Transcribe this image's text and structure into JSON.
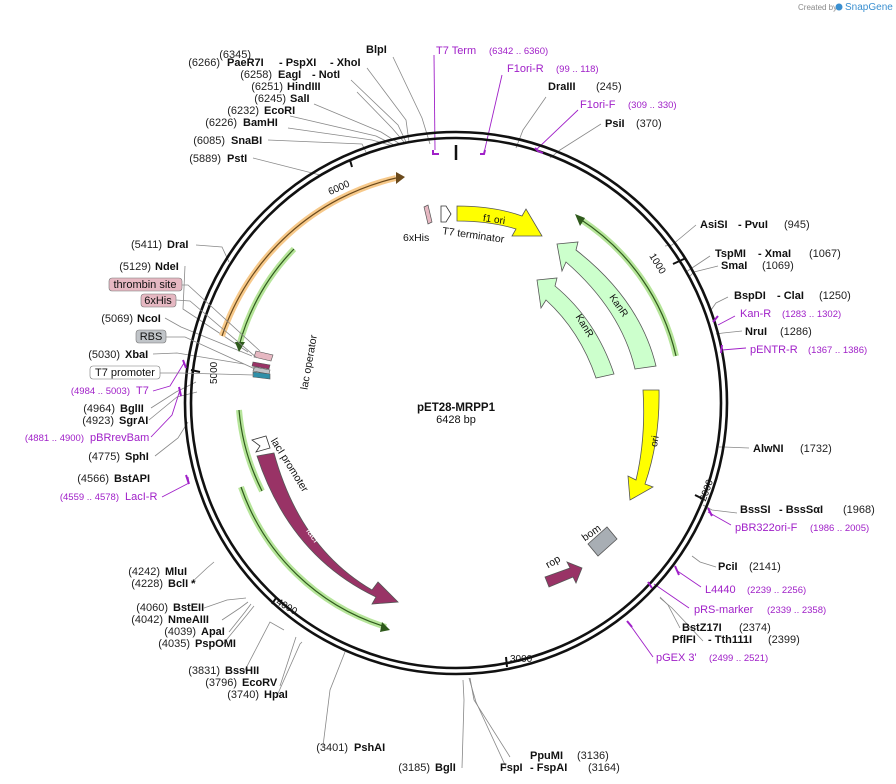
{
  "branding": {
    "created_by": "Created by",
    "product": "SnapGene"
  },
  "plasmid": {
    "name": "pET28-MRPP1",
    "size": "6428 bp"
  },
  "scale_ticks": [
    "1000",
    "2000",
    "3000",
    "4000",
    "5000",
    "6000"
  ],
  "features": {
    "f1_ori": "f1 ori",
    "kanr_outer": "KanR",
    "kanr_inner": "KanR",
    "ori": "ori",
    "bom": "bom",
    "rop": "rop",
    "laci": "lacI",
    "laci_promoter": "lacI promoter",
    "lac_operator": "lac operator",
    "sixhis_tag": "6xHis",
    "t7_terminator": "T7 terminator"
  },
  "boxed_labels": {
    "thrombin_site": "thrombin site",
    "sixhis": "6xHis",
    "rbs": "RBS",
    "t7_promoter": "T7 promoter"
  },
  "sites": {
    "blpi": {
      "pos": "(6345)",
      "name": "BlpI"
    },
    "paer7i": {
      "pos": "(6266)",
      "name": "PaeR7I",
      "name2": "- PspXI",
      "name3": "- XhoI"
    },
    "eagi": {
      "pos": "(6258)",
      "name": "EagI",
      "name2": "- NotI"
    },
    "hindiii": {
      "pos": "(6251)",
      "name": "HindIII"
    },
    "sali": {
      "pos": "(6245)",
      "name": "SalI"
    },
    "ecori": {
      "pos": "(6232)",
      "name": "EcoRI"
    },
    "bamhi": {
      "pos": "(6226)",
      "name": "BamHI"
    },
    "snabi": {
      "pos": "(6085)",
      "name": "SnaBI"
    },
    "psti": {
      "pos": "(5889)",
      "name": "PstI"
    },
    "drai": {
      "pos": "(5411)",
      "name": "DraI"
    },
    "ndei": {
      "pos": "(5129)",
      "name": "NdeI"
    },
    "ncoi": {
      "pos": "(5069)",
      "name": "NcoI"
    },
    "xbai": {
      "pos": "(5030)",
      "name": "XbaI"
    },
    "bglii": {
      "pos": "(4964)",
      "name": "BglII"
    },
    "sgrai": {
      "pos": "(4923)",
      "name": "SgrAI"
    },
    "sphi": {
      "pos": "(4775)",
      "name": "SphI"
    },
    "bstapi": {
      "pos": "(4566)",
      "name": "BstAPI"
    },
    "mlui": {
      "pos": "(4242)",
      "name": "MluI"
    },
    "bcli": {
      "pos": "(4228)",
      "name": "BclI *"
    },
    "bsteii": {
      "pos": "(4060)",
      "name": "BstEII"
    },
    "nmeaiii": {
      "pos": "(4042)",
      "name": "NmeAIII"
    },
    "apai": {
      "pos": "(4039)",
      "name": "ApaI"
    },
    "pspomi": {
      "pos": "(4035)",
      "name": "PspOMI"
    },
    "bsshii": {
      "pos": "(3831)",
      "name": "BssHII"
    },
    "ecorv": {
      "pos": "(3796)",
      "name": "EcoRV"
    },
    "hpai": {
      "pos": "(3740)",
      "name": "HpaI"
    },
    "pshai": {
      "pos": "(3401)",
      "name": "PshAI"
    },
    "bgli": {
      "pos": "(3185)",
      "name": "BglI"
    },
    "ppumi": {
      "name": "PpuMI",
      "pos": "(3136)"
    },
    "fspi": {
      "name": "FspI",
      "name2": "- FspAI",
      "pos": "(3164)"
    },
    "draiii": {
      "name": "DraIII",
      "pos": "(245)"
    },
    "psii": {
      "name": "PsiI",
      "pos": "(370)"
    },
    "asisi": {
      "name": "AsiSI",
      "name2": "- PvuI",
      "pos": "(945)"
    },
    "tspmi": {
      "name": "TspMI",
      "name2": "- XmaI",
      "pos": "(1067)"
    },
    "smai": {
      "name": "SmaI",
      "pos": "(1069)"
    },
    "bspdi": {
      "name": "BspDI",
      "name2": "- ClaI",
      "pos": "(1250)"
    },
    "nrui": {
      "name": "NruI",
      "pos": "(1286)"
    },
    "alwni": {
      "name": "AlwNI",
      "pos": "(1732)"
    },
    "bsssi": {
      "name": "BssSI",
      "name2": "- BssSαI",
      "pos": "(1968)"
    },
    "pcii": {
      "name": "PciI",
      "pos": "(2141)"
    },
    "bstz17i": {
      "name": "BstZ17I",
      "pos": "(2374)"
    },
    "pflfi": {
      "name": "PflFI",
      "name2": "- Tth111I",
      "pos": "(2399)"
    }
  },
  "primers": {
    "t7term": {
      "name": "T7 Term",
      "range": "(6342 .. 6360)"
    },
    "f1ori_r": {
      "name": "F1ori-R",
      "range": "(99 .. 118)"
    },
    "f1ori_f": {
      "name": "F1ori-F",
      "range": "(309 .. 330)"
    },
    "kan_r": {
      "name": "Kan-R",
      "range": "(1283 .. 1302)"
    },
    "pentr_r": {
      "name": "pENTR-R",
      "range": "(1367 .. 1386)"
    },
    "pbr322ori_f": {
      "name": "pBR322ori-F",
      "range": "(1986 .. 2005)"
    },
    "l4440": {
      "name": "L4440",
      "range": "(2239 .. 2256)"
    },
    "prs_marker": {
      "name": "pRS-marker",
      "range": "(2339 .. 2358)"
    },
    "pgex3": {
      "name": "pGEX 3'",
      "range": "(2499 .. 2521)"
    },
    "t7": {
      "range": "(4984 .. 5003)",
      "name": "T7"
    },
    "pbrrevbam": {
      "range": "(4881 .. 4900)",
      "name": "pBRrevBam"
    },
    "laci_r": {
      "range": "(4559 .. 4578)",
      "name": "LacI-R"
    }
  },
  "colors": {
    "backbone": "#111111",
    "f1_ori": "#ffff00",
    "ori": "#ffff00",
    "kanr": "#ccffcc",
    "laci": "#993366",
    "rop": "#993366",
    "bom": "#a8aeb4",
    "orf_green": "#b6e59a",
    "orf_orange": "#f7c98a",
    "primer": "#a020c8",
    "his_box": "#e6b8c2",
    "rbs_box": "#c0c4c8"
  }
}
